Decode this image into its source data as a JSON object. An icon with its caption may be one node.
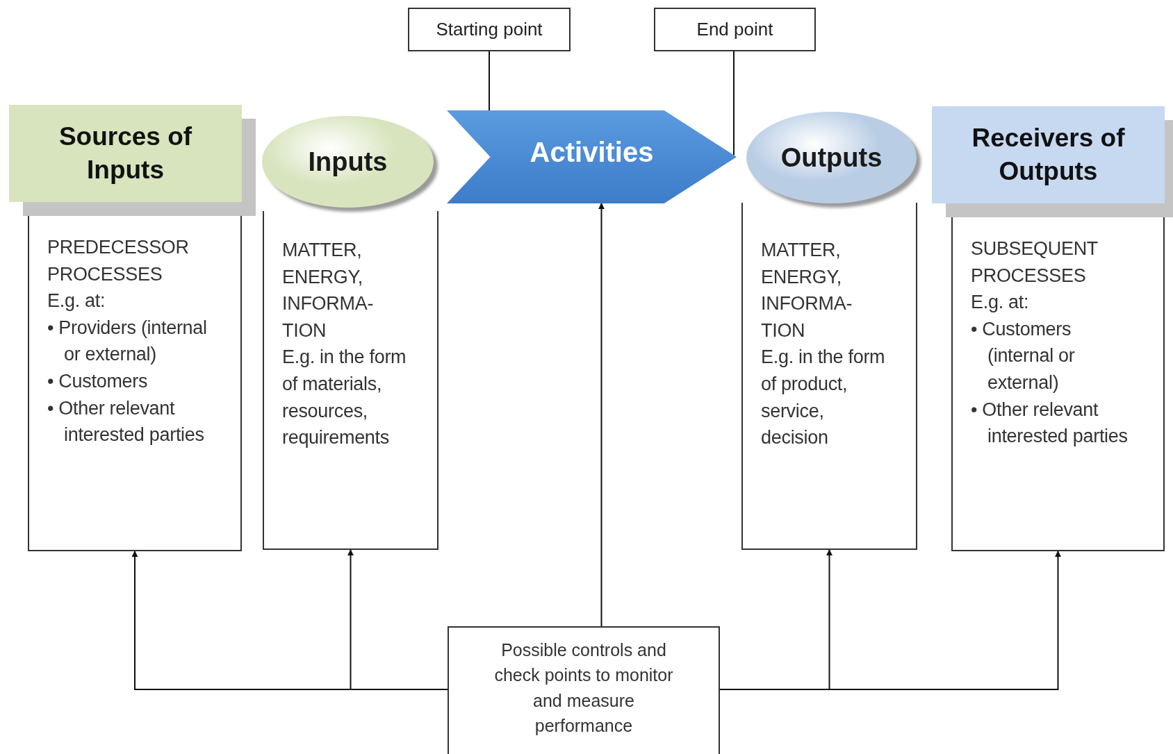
{
  "diagram": {
    "nodes": [
      {
        "text": [
          "Starting point"
        ]
      },
      {
        "text": [
          "End point"
        ]
      },
      {
        "text": [
          "Sources of Inputs"
        ]
      },
      {
        "text": [
          "PREDECESSOR PROCESSES",
          "E.g. at:",
          "• Providers (internal or external)",
          "• Customers",
          "• Other relevant interested parties"
        ]
      },
      {
        "text": [
          "Inputs"
        ]
      },
      {
        "text": [
          "MATTER, ENERGY, INFORMA-TION",
          "E.g. in the form of materials, resources, requirements"
        ]
      },
      {
        "text": [
          "Activities"
        ]
      },
      {
        "text": [
          "Outputs"
        ]
      },
      {
        "text": [
          "MATTER, ENERGY, INFORMA-TION",
          "E.g. in the form of product, service, decision"
        ]
      },
      {
        "text": [
          "Receivers of Outputs"
        ]
      },
      {
        "text": [
          "SUBSEQUENT PROCESSES",
          "E.g. at:",
          "• Customers (internal or external)",
          "• Other relevant interested parties"
        ]
      },
      {
        "text": [
          "Possible controls and check points to monitor and measure performance"
        ]
      }
    ],
    "edges": [
      {
        "from": 0,
        "to": 6,
        "arrow": "none"
      },
      {
        "from": 1,
        "to": 6,
        "arrow": "none"
      },
      {
        "from": 11,
        "to": 3,
        "arrow": "to"
      },
      {
        "from": 11,
        "to": 5,
        "arrow": "to"
      },
      {
        "from": 11,
        "to": 6,
        "arrow": "to"
      },
      {
        "from": 11,
        "to": 8,
        "arrow": "to"
      },
      {
        "from": 11,
        "to": 10,
        "arrow": "to"
      }
    ]
  }
}
